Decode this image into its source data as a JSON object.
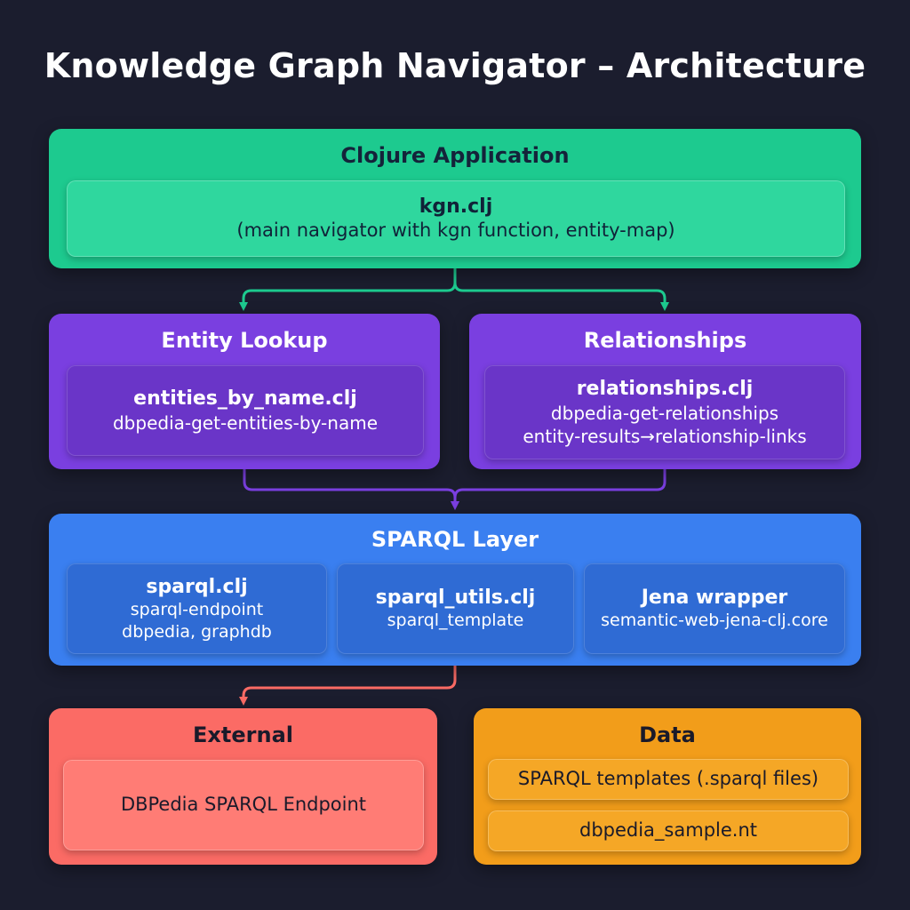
{
  "title": "Knowledge Graph Navigator – Architecture",
  "app": {
    "title": "Clojure Application",
    "file": "kgn.clj",
    "desc": "(main navigator with kgn function, entity-map)"
  },
  "entity_lookup": {
    "title": "Entity Lookup",
    "file": "entities_by_name.clj",
    "fn": "dbpedia-get-entities-by-name"
  },
  "relationships": {
    "title": "Relationships",
    "file": "relationships.clj",
    "fn1": "dbpedia-get-relationships",
    "fn2": "entity-results→relationship-links"
  },
  "sparql_layer": {
    "title": "SPARQL Layer",
    "modules": [
      {
        "file": "sparql.clj",
        "line1": "sparql-endpoint",
        "line2": "dbpedia, graphdb"
      },
      {
        "file": "sparql_utils.clj",
        "line1": "sparql_template"
      },
      {
        "file": "Jena wrapper",
        "line1": "semantic-web-jena-clj.core"
      }
    ]
  },
  "external": {
    "title": "External",
    "item": "DBPedia SPARQL Endpoint"
  },
  "data_box": {
    "title": "Data",
    "items": [
      "SPARQL templates (.sparql files)",
      "dbpedia_sample.nt"
    ]
  },
  "colors": {
    "background": "#1b1d2e",
    "application": "#1dca8f",
    "logic": "#7a3fe0",
    "sparql": "#3a7ff0",
    "external": "#fb6b65",
    "data": "#f29d1a"
  }
}
